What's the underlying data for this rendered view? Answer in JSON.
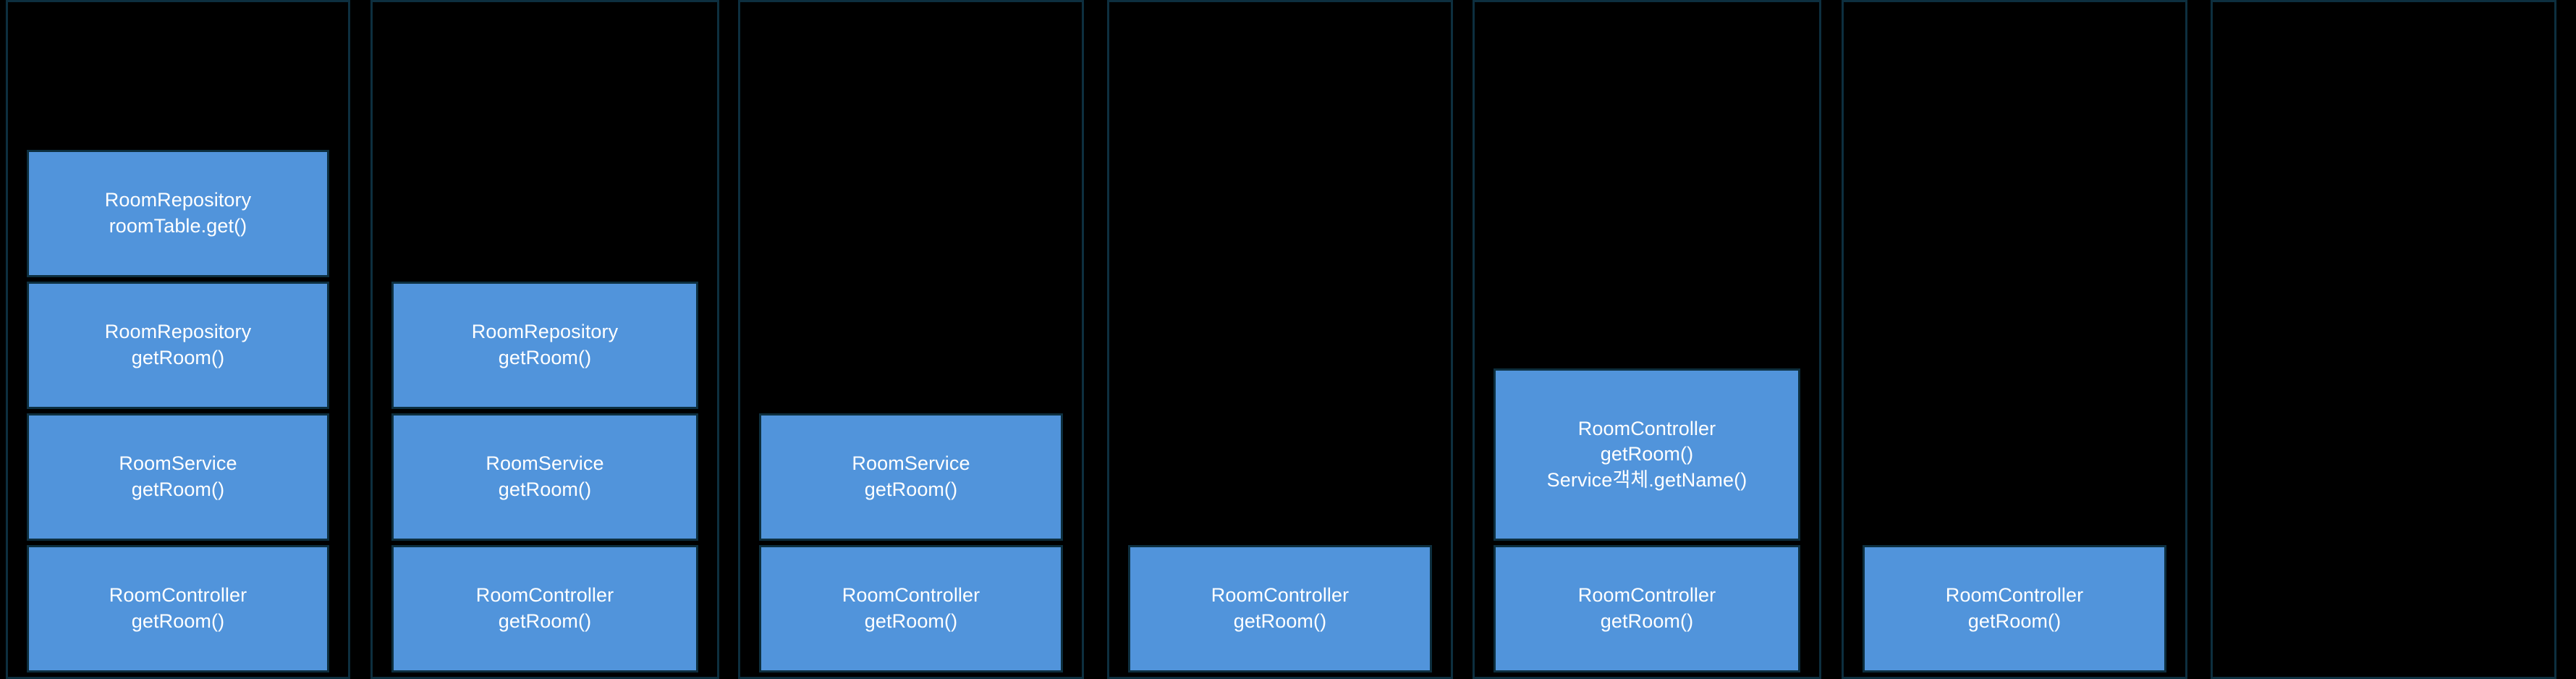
{
  "diagram": {
    "kind": "call-stack-sequence",
    "background_color": "#000000",
    "frame_fill_color": "#5194db",
    "frame_border_color": "#0d2f3f",
    "frame_text_color": "#ffffff",
    "column_count": 7,
    "columns": [
      {
        "index": 0,
        "frames": [
          {
            "label": "RoomRepository\nroomTable.get()",
            "lines": 2
          },
          {
            "label": "RoomRepository\ngetRoom()",
            "lines": 2
          },
          {
            "label": "RoomService\ngetRoom()",
            "lines": 2
          },
          {
            "label": "RoomController\ngetRoom()",
            "lines": 2
          }
        ]
      },
      {
        "index": 1,
        "frames": [
          {
            "label": "RoomRepository\ngetRoom()",
            "lines": 2
          },
          {
            "label": "RoomService\ngetRoom()",
            "lines": 2
          },
          {
            "label": "RoomController\ngetRoom()",
            "lines": 2
          }
        ]
      },
      {
        "index": 2,
        "frames": [
          {
            "label": "RoomService\ngetRoom()",
            "lines": 2
          },
          {
            "label": "RoomController\ngetRoom()",
            "lines": 2
          }
        ]
      },
      {
        "index": 3,
        "frames": [
          {
            "label": "RoomController\ngetRoom()",
            "lines": 2
          }
        ]
      },
      {
        "index": 4,
        "frames": [
          {
            "label": "RoomController\ngetRoom()\nService객체.getName()",
            "lines": 4
          },
          {
            "label": "RoomController\ngetRoom()",
            "lines": 2
          }
        ]
      },
      {
        "index": 5,
        "frames": [
          {
            "label": "RoomController\ngetRoom()",
            "lines": 2
          }
        ]
      },
      {
        "index": 6,
        "frames": []
      }
    ]
  }
}
